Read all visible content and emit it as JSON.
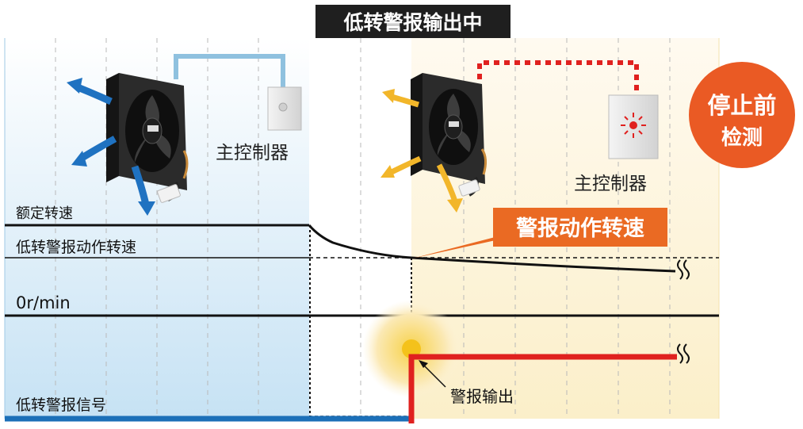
{
  "title_banner": "低转警报输出中",
  "labels": {
    "rated_speed": "额定转速",
    "low_alarm_speed": "低转警报动作转速",
    "zero_speed": "0r/min",
    "low_alarm_signal": "低转警报信号"
  },
  "controller_left": "主控制器",
  "controller_right": "主控制器",
  "callout_alarm_speed": "警报动作转速",
  "badge": {
    "line1": "停止前",
    "line2": "检测"
  },
  "alarm_output": "警报输出",
  "colors": {
    "left_panel": "#cfe7f6",
    "right_panel": "#fbf0cf",
    "banner": "#1f1f1f",
    "callout": "#ea6a23",
    "badge": "#ea5a24",
    "signal_red": "#e0211f",
    "signal_blue": "#1b6fb8",
    "left_arrows": "#1f72c1",
    "right_arrows": "#f2b62a",
    "wire_blue": "#8fc1df",
    "wire_red": "#e0211f"
  },
  "icons": {
    "fan_left": "cooling-fan-icon",
    "fan_right": "cooling-fan-icon",
    "controller": "controller-box-icon",
    "alarm_light": "alarm-burst-icon",
    "break_mark": "line-break-icon"
  }
}
